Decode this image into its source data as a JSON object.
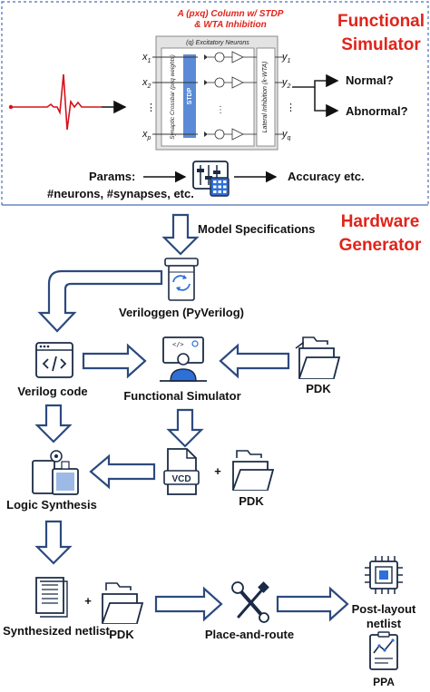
{
  "functional_simulator": {
    "title_line1": "Functional",
    "title_line2": "Simulator",
    "column_title_line1": "A (pxq) Column w/ STDP",
    "column_title_line2": "& WTA Inhibition",
    "excitatory_label": "(q) Excitatory Neurons",
    "crossbar_label": "Synaptic Crossbar (pxq weights)",
    "stdp_label": "STDP",
    "lateral_label": "Lateral Inhibition (k-WTA)",
    "inputs": [
      "x",
      "x",
      "x"
    ],
    "input_subscripts": [
      "1",
      "2",
      "p"
    ],
    "outputs": [
      "y",
      "y",
      "y"
    ],
    "output_subscripts": [
      "1",
      "2",
      "q"
    ],
    "normal": "Normal?",
    "abnormal": "Abnormal?",
    "params_line1": "Params:",
    "params_line2": "#neurons, #synapses, etc.",
    "accuracy": "Accuracy etc."
  },
  "hardware_generator": {
    "title_line1": "Hardware",
    "title_line2": "Generator",
    "model_specs": "Model Specifications",
    "veriloggen": "Veriloggen (PyVerilog)",
    "verilog_code": "Verilog code",
    "functional_simulator": "Functional Simulator",
    "pdk_top": "PDK",
    "logic_synthesis": "Logic Synthesis",
    "vcd": "VCD",
    "pdk_mid": "PDK",
    "plus": "+",
    "synthesized_netlist": "Synthesized netlist",
    "pdk_bottom": "PDK",
    "place_and_route": "Place-and-route",
    "post_layout_line1": "Post-layout",
    "post_layout_line2": "netlist",
    "ppa": "PPA"
  },
  "colors": {
    "accent_red": "#e0241b",
    "arrow_blue": "#2c4a7e",
    "stdp_blue": "#5b8bd6",
    "box_grey": "#e3e3e3"
  }
}
